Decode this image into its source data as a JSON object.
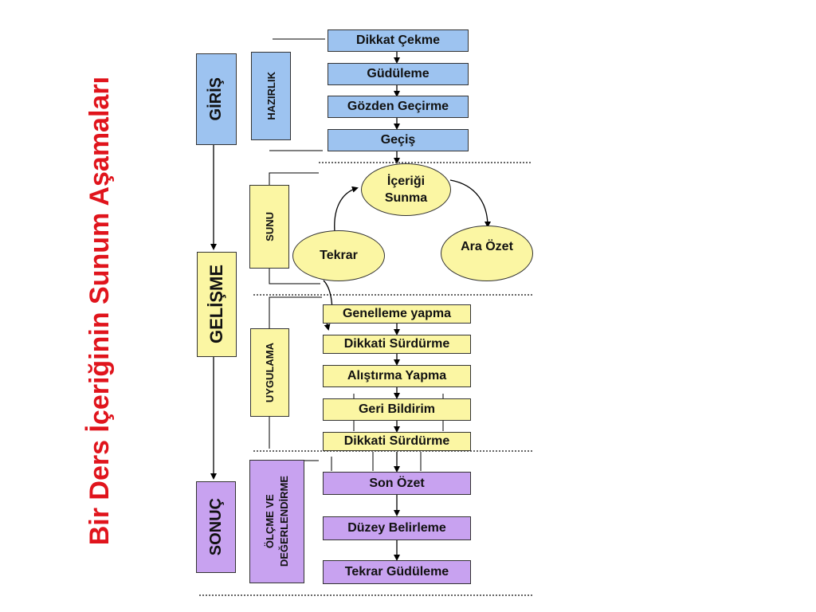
{
  "title": "Bir Ders İçeriğinin Sunum Aşamaları",
  "colors": {
    "title": "#e0141c",
    "giris": "#9dc3f0",
    "gelisme": "#fbf6a3",
    "sonuc": "#c8a2f0"
  },
  "stages": {
    "giris": "GİRİŞ",
    "gelisme": "GELİŞME",
    "sonuc": "SONUÇ"
  },
  "phases": {
    "hazirlik": "HAZIRLIK",
    "sunu": "SUNU",
    "uygulama": "UYGULAMA",
    "olcme_line1": "ÖLÇME VE",
    "olcme_line2": "DEĞERLENDİRME"
  },
  "giris_steps": [
    "Dikkat Çekme",
    "Güdüleme",
    "Gözden Geçirme",
    "Geçiş"
  ],
  "sunu_cycle": {
    "icerigi_line1": "İçeriği",
    "icerigi_line2": "Sunma",
    "ara_ozet": "Ara Özet",
    "tekrar": "Tekrar"
  },
  "uygulama_steps": [
    "Genelleme yapma",
    "Dikkati Sürdürme",
    "Alıştırma Yapma",
    "Geri Bildirim",
    "Dikkati Sürdürme"
  ],
  "sonuc_steps": [
    "Son Özet",
    "Düzey Belirleme",
    "Tekrar Güdüleme"
  ]
}
